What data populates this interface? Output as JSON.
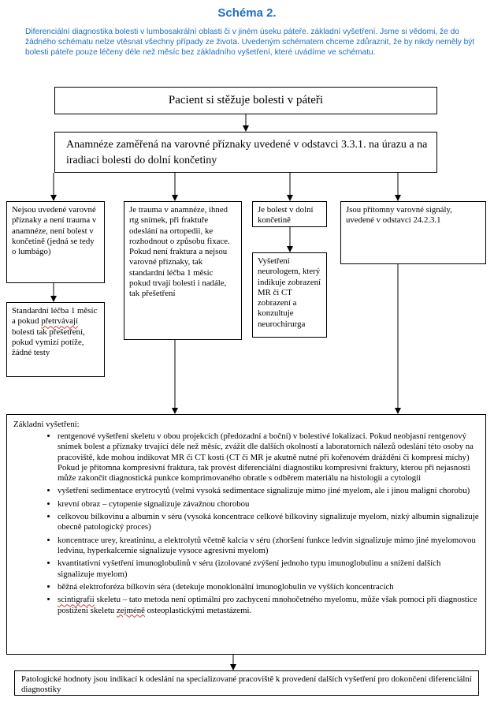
{
  "title": "Schéma 2.",
  "intro": "Diferenciální diagnostika bolesti v lumbosakrální oblasti či v jiném úseku páteře. základní vyšetření. Jsme si vědomi, že do žádného schématu nelze vtěsnat všechny případy ze života. Uvedeným schématem chceme zdůraznit, že by nikdy neměly být bolesti páteře pouze léčeny déle než měsíc bez základního vyšetření, které uvádíme ve schématu.",
  "boxes": {
    "top": "Pacient si stěžuje bolesti v páteři",
    "anamnesis": "Anamnéze zaměřená na varovné příznaky uvedené v odstavci 3.3.1. na úrazu a na iradiaci bolesti do dolní končetiny",
    "no_warning": "Nejsou uvedené varovné příznaky a není trauma v anamnéze, není bolest v končetině (jedná se tedy o lumbágo)",
    "trauma": "Je trauma v anamnéze, ihned rtg snímek, při fraktuře odeslání na ortopedii, ke rozhodnout o způsobu fixace. Pokud není fraktura a nejsou varovné příznaky, tak standardní léčba 1 měsíc pokud trvají bolesti i nadále, tak přešetření",
    "leg_pain": "Je bolest v dolní končetině",
    "warning_signs": "Jsou přítomny varovné signály, uvedené v odstavci 24.2.3.1",
    "neurology": "Vyšetření neurologem, který indikuje zobrazení MR či CT zobrazení a konzultuje neurochirurga",
    "standard_treatment": {
      "part1": "Standardní léčba 1 měsíc a pokud ",
      "flagged": "přetrvávají",
      "part2": " bolesti tak přešetření, pokud vymizí potíže, žádné testy"
    },
    "basic_exam": {
      "title": "Základní vyšetření:",
      "items": [
        "rentgenové vyšetření skeletu v obou projekcích (předozadní a boční) v bolestivé lokalizaci. Pokud neobjasní rentgenový snímek bolest a příznaky trvající déle než měsíc, zvážit dle dalších okolností a laboratorních nálezů odeslání této osoby na pracoviště, kde mohou indikovat MR či CT kosti (CT či MR je akutně nutné při kořenovém dráždění či kompresi míchy)  Pokud je přítomna kompresivní fraktura, tak provést diferenciální diagnostiku kompresivní fraktury, kterou při nejasnosti může zakončit diagnostická punkce komprimovaného obratle s odběrem materiálu na histologii a cytologii",
        "vyšetření sedimentace erytrocytů (velmi vysoká sedimentace signalizuje mimo jiné myelom, ale i jinou maligní chorobu)",
        " krevní obraz – cytopenie signalizuje závažnou chorobou",
        "celkovou bílkovinu a albumin v séru (vysoká koncentrace celkové bílkoviny signalizuje myelom, nízký albumin signalizuje obecně patologický proces)",
        "koncentrace urey, kreatininu, a elektrolytů včetně kalcia v séru (zhoršení funkce ledvin signalizuje mimo jiné myelomovou ledvinu, hyperkalcemie signalizuje vysoce agresivní myelom)",
        "kvantitativní vyšetření imunoglobulinů v séru (izolované zvýšení jednoho typu imunoglobulinu a snížení dalších signalizuje myelom)",
        "běžná elektroforéza bílkovin séra (detekuje monoklonální imunoglobulin ve vyšších koncentracích"
      ],
      "last_item": {
        "flagged1": "scintigrafii",
        "part1": " skeletu – tato metoda není optimální pro zachycení mnohočetného myelomu, může však pomoci při diagnostice postižení skeletu ",
        "flagged2": "zejméně",
        "part2": " osteoplastickými metastázemi."
      }
    },
    "conclusion": "Patologické hodnoty jsou indikací k odeslání na specializované pracoviště k provedení dalších vyšetření pro dokončení diferenciální diagnostiky"
  }
}
